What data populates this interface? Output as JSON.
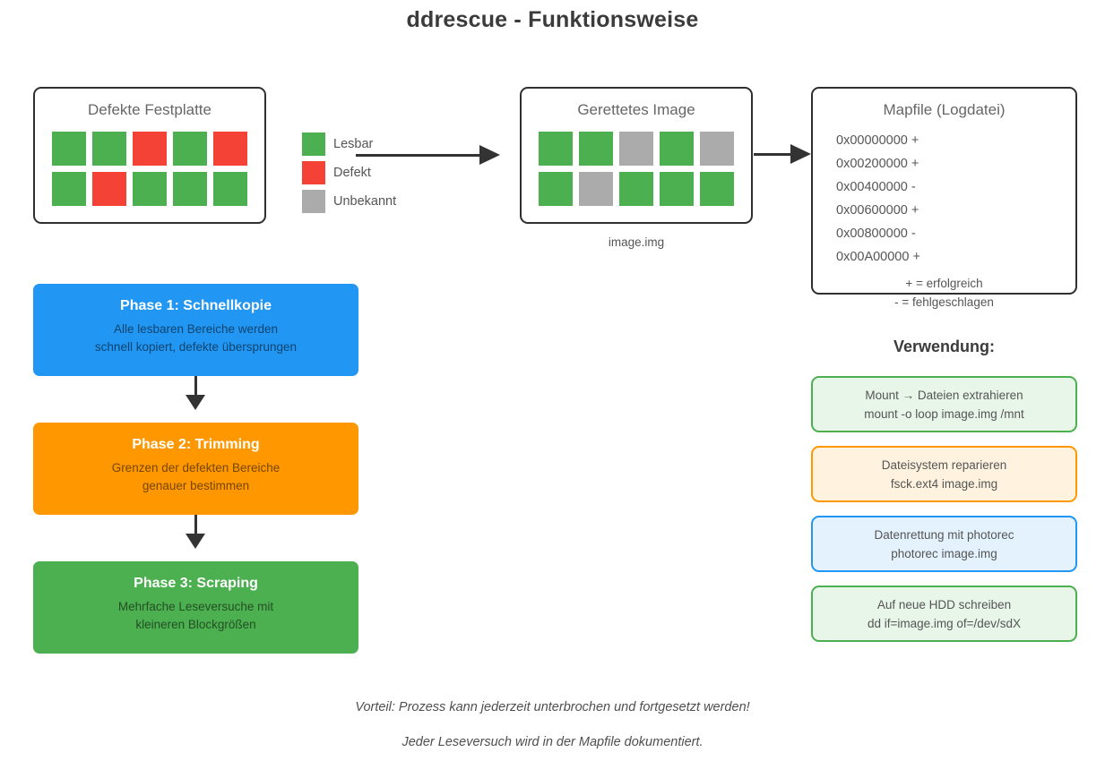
{
  "title": "ddrescue - Funktionsweise",
  "colors": {
    "green": "#4CAF50",
    "red": "#F44336",
    "gray": "#ABABAB",
    "blue": "#2196F3",
    "orange": "#FF9800",
    "border_dark": "#333333",
    "usage_green_bg": "#E8F5E9",
    "usage_orange_bg": "#FFF3E0",
    "usage_blue_bg": "#E3F2FD"
  },
  "disk": {
    "label": "Defekte Festplatte",
    "rows": [
      [
        "green",
        "green",
        "red",
        "green",
        "red"
      ],
      [
        "green",
        "red",
        "green",
        "green",
        "green"
      ]
    ]
  },
  "legend": [
    {
      "label": "Lesbar",
      "color": "green"
    },
    {
      "label": "Defekt",
      "color": "red"
    },
    {
      "label": "Unbekannt",
      "color": "gray"
    }
  ],
  "image": {
    "label": "Gerettetes Image",
    "caption": "image.img",
    "rows": [
      [
        "green",
        "green",
        "gray",
        "green",
        "gray"
      ],
      [
        "green",
        "gray",
        "green",
        "green",
        "green"
      ]
    ]
  },
  "mapfile": {
    "label": "Mapfile (Logdatei)",
    "entries": [
      "0x00000000 +",
      "0x00200000 +",
      "0x00400000 -",
      "0x00600000 +",
      "0x00800000 -",
      "0x00A00000 +"
    ],
    "legend_plus": "+ = erfolgreich",
    "legend_minus": "- = fehlgeschlagen"
  },
  "phases": [
    {
      "title": "Phase 1: Schnellkopie",
      "lines": [
        "Alle lesbaren Bereiche werden",
        "schnell kopiert, defekte übersprungen"
      ],
      "color": "blue"
    },
    {
      "title": "Phase 2: Trimming",
      "lines": [
        "Grenzen der defekten Bereiche",
        "genauer bestimmen"
      ],
      "color": "orange"
    },
    {
      "title": "Phase 3: Scraping",
      "lines": [
        "Mehrfache Leseversuche mit",
        "kleineren Blockgrößen"
      ],
      "color": "green"
    }
  ],
  "usage": {
    "heading": "Verwendung:",
    "boxes": [
      {
        "title": "Mount → Dateien extrahieren",
        "command": "mount -o loop image.img /mnt",
        "accent": "green",
        "bg": "usage_green_bg"
      },
      {
        "title": "Dateisystem reparieren",
        "command": "fsck.ext4 image.img",
        "accent": "orange",
        "bg": "usage_orange_bg"
      },
      {
        "title": "Datenrettung mit photorec",
        "command": "photorec image.img",
        "accent": "blue",
        "bg": "usage_blue_bg"
      },
      {
        "title": "Auf neue HDD schreiben",
        "command": "dd if=image.img of=/dev/sdX",
        "accent": "green",
        "bg": "usage_green_bg"
      }
    ]
  },
  "footer": {
    "line1": "Vorteil: Prozess kann jederzeit unterbrochen und fortgesetzt werden!",
    "line2": "Jeder Leseversuch wird in der Mapfile dokumentiert."
  }
}
